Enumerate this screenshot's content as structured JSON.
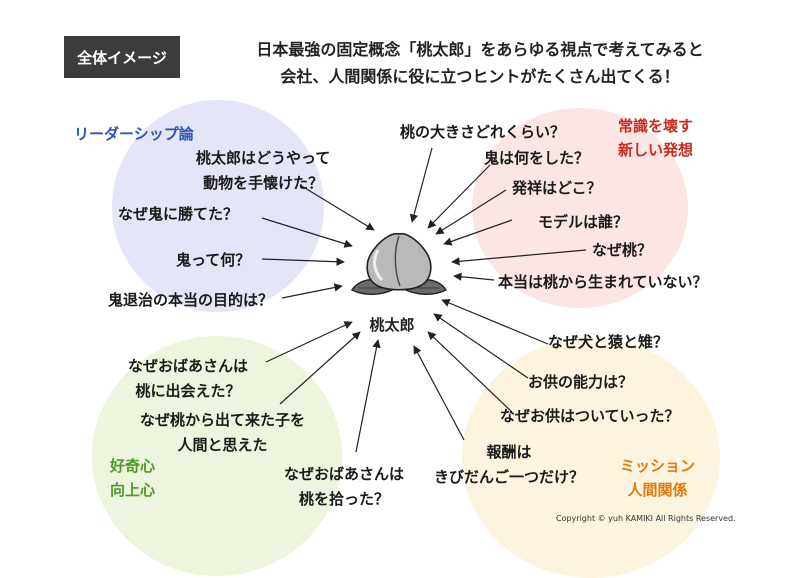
{
  "badge": "全体イメージ",
  "headline": {
    "line1": "日本最強の固定概念「桃太郎」をあらゆる視点で考えてみると",
    "line2": "会社、人間関係に役に立つヒントがたくさん出てくる！"
  },
  "center": {
    "label": "桃太郎",
    "icon": "peach-icon"
  },
  "categories": {
    "leadership": {
      "line1": "リーダーシップ論",
      "color": "#2a55b8"
    },
    "break_common_sense": {
      "line1": "常識を壊す",
      "line2": "新しい発想",
      "color": "#cc2a1e"
    },
    "curiosity": {
      "line1": "好奇心",
      "line2": "向上心",
      "color": "#4c9a24"
    },
    "mission": {
      "line1": "ミッション",
      "line2": "人間関係",
      "color": "#e07a10"
    }
  },
  "questions": {
    "q1": {
      "line1": "桃太郎はどうやって",
      "line2": "動物を手懐けた？"
    },
    "q2": {
      "line1": "なぜ鬼に勝てた？"
    },
    "q3": {
      "line1": "鬼って何？"
    },
    "q4": {
      "line1": "鬼退治の本当の目的は？"
    },
    "q5": {
      "line1": "桃の大きさどれくらい？"
    },
    "q6": {
      "line1": "鬼は何をした？"
    },
    "q7": {
      "line1": "発祥はどこ？"
    },
    "q8": {
      "line1": "モデルは誰？"
    },
    "q9": {
      "line1": "なぜ桃？"
    },
    "q10": {
      "line1": "本当は桃から生まれていない？"
    },
    "q11": {
      "line1": "なぜおばあさんは",
      "line2": "桃に出会えた？"
    },
    "q12": {
      "line1": "なぜ桃から出て来た子を",
      "line2": "人間と思えた"
    },
    "q13": {
      "line1": "なぜおばあさんは",
      "line2": "桃を拾った？"
    },
    "q14": {
      "line1": "なぜ犬と猿と雉？"
    },
    "q15": {
      "line1": "お供の能力は？"
    },
    "q16": {
      "line1": "なぜお供はついていった？"
    },
    "q17": {
      "line1": "報酬は",
      "line2": "きびだんご一つだけ？"
    }
  },
  "colors": {
    "blue_circle": "#e4e6f7",
    "pink_circle": "#fbe5e5",
    "green_circle": "#edf5df",
    "yellow_circle": "#fcf4df",
    "arrow": "#222222",
    "badge_bg": "#3c3c3c"
  },
  "copyright": "Copyright © yuh KAMIKI All Rights Reserved."
}
